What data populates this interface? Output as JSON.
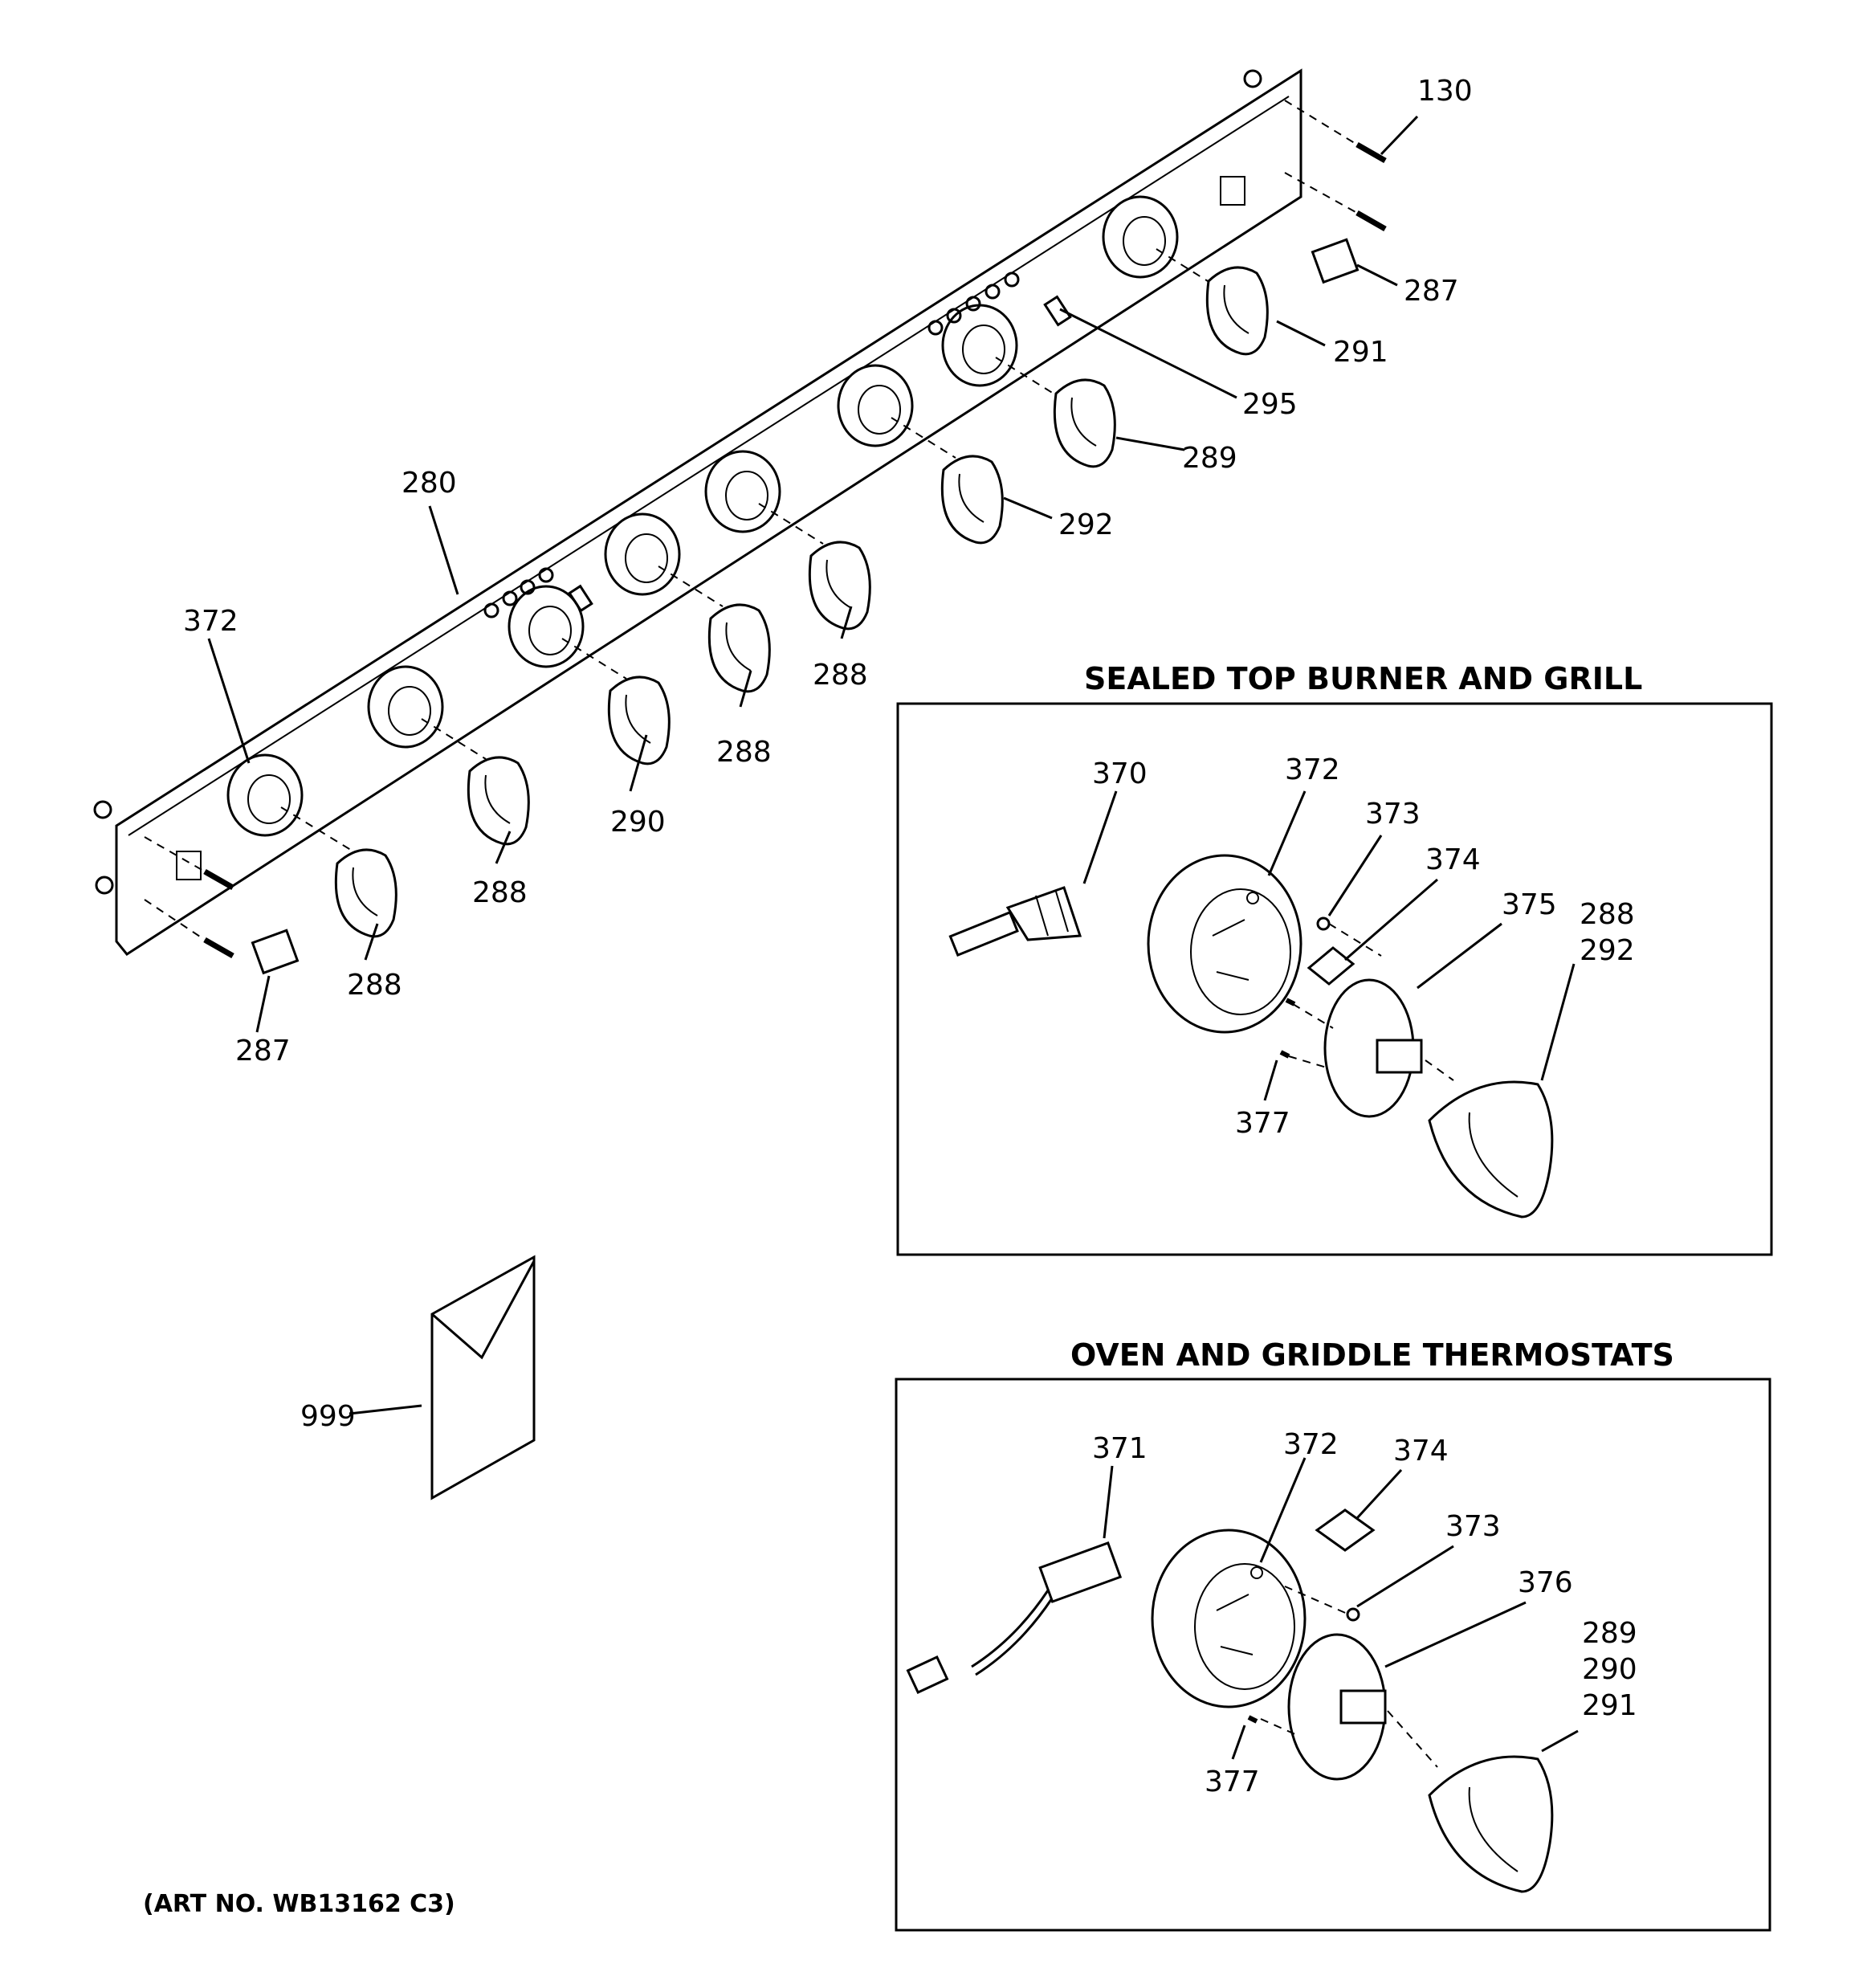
{
  "section_titles": {
    "sealed_top": "SEALED TOP BURNER AND GRILL",
    "oven_griddle": "OVEN AND GRIDDLE THERMOSTATS"
  },
  "art_number": "(ART NO. WB13162 C3)",
  "callouts": {
    "c130": "130",
    "c287_right": "287",
    "c291": "291",
    "c295": "295",
    "c289": "289",
    "c292": "292",
    "c280": "280",
    "c372_main": "372",
    "c288_a": "288",
    "c288_b": "288",
    "c288_c": "288",
    "c288_d": "288",
    "c290": "290",
    "c287_left": "287",
    "c999": "999",
    "s1_370": "370",
    "s1_372": "372",
    "s1_373": "373",
    "s1_374": "374",
    "s1_375": "375",
    "s1_288": "288",
    "s1_292": "292",
    "s1_377": "377",
    "s2_371": "371",
    "s2_372": "372",
    "s2_374": "374",
    "s2_373": "373",
    "s2_376": "376",
    "s2_289": "289",
    "s2_290": "290",
    "s2_291": "291",
    "s2_377": "377"
  }
}
